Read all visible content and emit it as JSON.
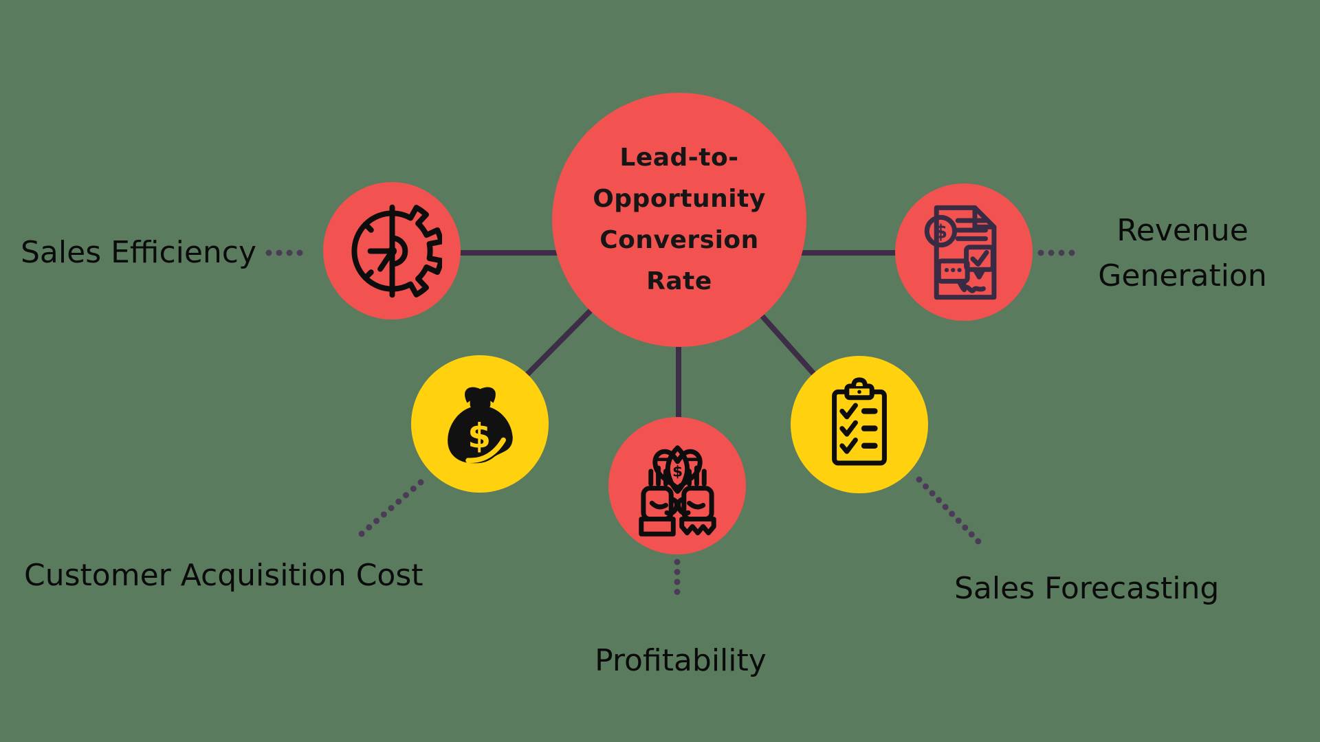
{
  "theme": {
    "bg": "#5A7B5E",
    "red": "#F25350",
    "yellow": "#FFD10E",
    "line": "#3E2D47",
    "dot": "#4A3C56",
    "ink": "#0B0B0B"
  },
  "hub": {
    "label": "Lead-to-Opportunity Conversion Rate",
    "color": "#F25350"
  },
  "nodes": [
    {
      "id": "sales-efficiency",
      "label": "Sales Efficiency",
      "circle_color": "#F25350",
      "icon": "clock-gear-icon"
    },
    {
      "id": "revenue-generation",
      "label": "Revenue Generation",
      "circle_color": "#F25350",
      "icon": "billing-document-icon"
    },
    {
      "id": "customer-acquisition-cost",
      "label": "Customer Acquisition Cost",
      "circle_color": "#FFD10E",
      "icon": "money-bag-icon"
    },
    {
      "id": "profitability",
      "label": "Profitability",
      "circle_color": "#F25350",
      "icon": "hands-holding-heart-icon"
    },
    {
      "id": "sales-forecasting",
      "label": "Sales Forecasting",
      "circle_color": "#FFD10E",
      "icon": "clipboard-checklist-icon"
    }
  ]
}
